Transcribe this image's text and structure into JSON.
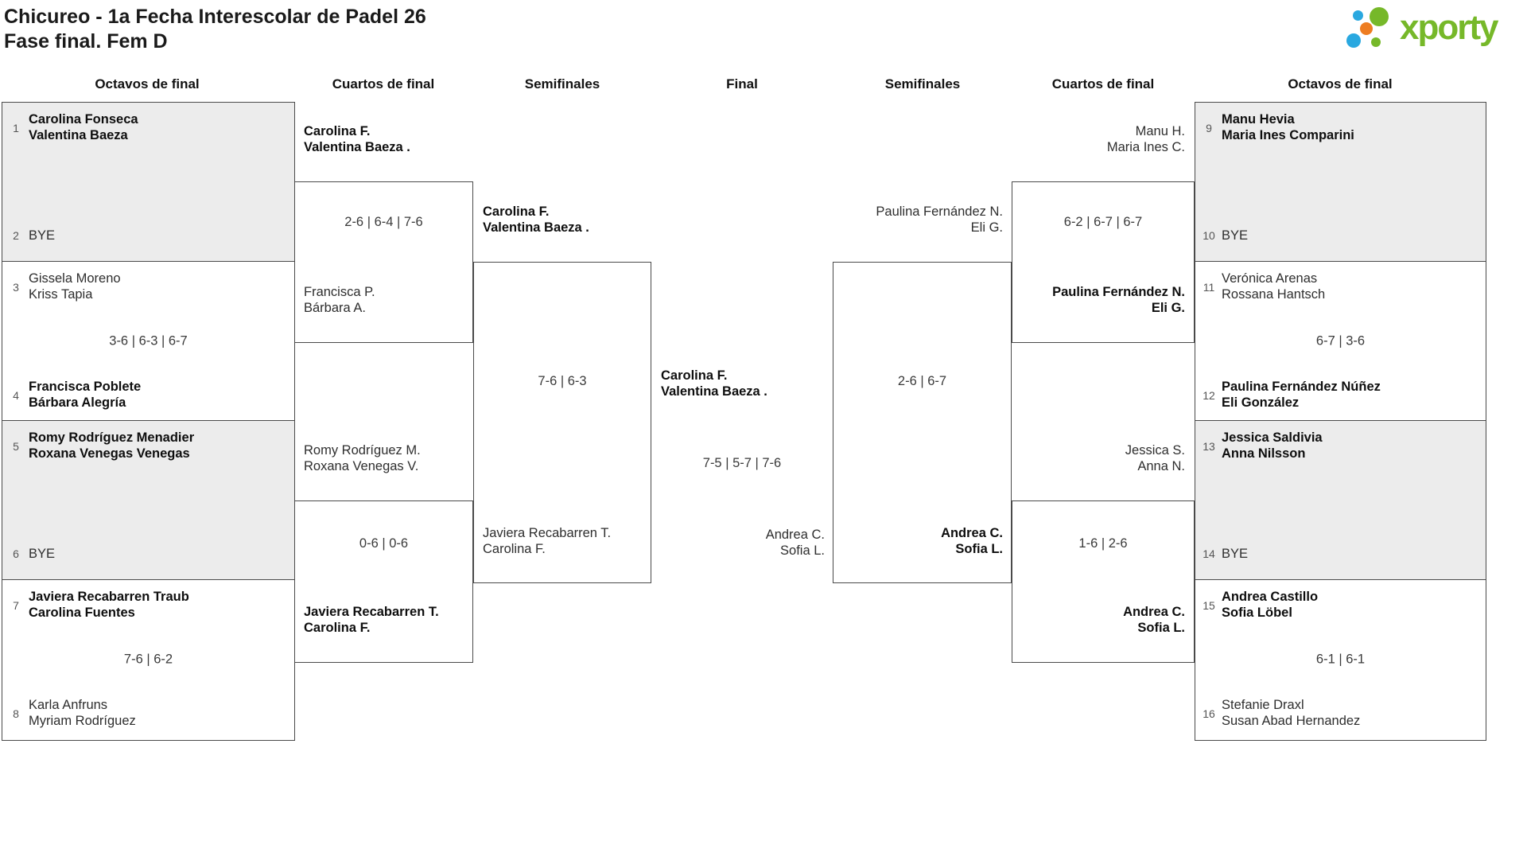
{
  "title": {
    "line1": "Chicureo - 1a Fecha Interescolar de Padel 26",
    "line2": "Fase final. Fem D"
  },
  "logo": {
    "text": "xporty",
    "green": "#76b829",
    "blue": "#29a8e0",
    "orange": "#ee7d21"
  },
  "round_headers": {
    "octavos_left": "Octavos de final",
    "cuartos_left": "Cuartos de final",
    "semis_left": "Semifinales",
    "final": "Final",
    "semis_right": "Semifinales",
    "cuartos_right": "Cuartos de final",
    "octavos_right": "Octavos de final"
  },
  "octavos_left": [
    {
      "shaded": true,
      "top": {
        "seed": "1",
        "line1": "Carolina Fonseca",
        "line2": "Valentina Baeza",
        "winner": true
      },
      "bottom": {
        "seed": "2",
        "line1": "BYE",
        "winner": false,
        "bye": true
      },
      "score": ""
    },
    {
      "shaded": false,
      "top": {
        "seed": "3",
        "line1": "Gissela Moreno",
        "line2": "Kriss Tapia",
        "winner": false
      },
      "bottom": {
        "seed": "4",
        "line1": "Francisca Poblete",
        "line2": "Bárbara Alegría",
        "winner": true
      },
      "score": "3-6 | 6-3 | 6-7"
    },
    {
      "shaded": true,
      "top": {
        "seed": "5",
        "line1": "Romy Rodríguez Menadier",
        "line2": "Roxana Venegas Venegas",
        "winner": true
      },
      "bottom": {
        "seed": "6",
        "line1": "BYE",
        "winner": false,
        "bye": true
      },
      "score": ""
    },
    {
      "shaded": false,
      "top": {
        "seed": "7",
        "line1": "Javiera Recabarren Traub",
        "line2": "Carolina Fuentes",
        "winner": true
      },
      "bottom": {
        "seed": "8",
        "line1": "Karla Anfruns",
        "line2": "Myriam Rodríguez",
        "winner": false
      },
      "score": "7-6 | 6-2"
    }
  ],
  "cuartos_left": [
    {
      "top": {
        "line1": "Carolina F.",
        "line2": "Valentina Baeza .",
        "winner": true
      },
      "bottom": {
        "line1": "Francisca P.",
        "line2": "Bárbara A.",
        "winner": false
      },
      "score": "2-6 | 6-4 | 7-6"
    },
    {
      "top": {
        "line1": "Romy Rodríguez M.",
        "line2": "Roxana Venegas V.",
        "winner": false
      },
      "bottom": {
        "line1": "Javiera Recabarren T.",
        "line2": "Carolina F.",
        "winner": true
      },
      "score": "0-6 | 0-6"
    }
  ],
  "semifinal_left": {
    "top": {
      "line1": "Carolina F.",
      "line2": "Valentina Baeza .",
      "winner": true
    },
    "bottom": {
      "line1": "Javiera Recabarren T.",
      "line2": "Carolina F.",
      "winner": false
    },
    "score": "7-6 | 6-3"
  },
  "final": {
    "top": {
      "line1": "Carolina F.",
      "line2": "Valentina Baeza .",
      "winner": true
    },
    "bottom": {
      "line1": "Andrea C.",
      "line2": "Sofia L.",
      "winner": false
    },
    "score": "7-5 | 5-7 | 7-6"
  },
  "semifinal_right": {
    "top": {
      "line1": "Paulina Fernández N.",
      "line2": "Eli G.",
      "winner": false
    },
    "bottom": {
      "line1": "Andrea C.",
      "line2": "Sofia L.",
      "winner": true
    },
    "score": "2-6 | 6-7"
  },
  "cuartos_right": [
    {
      "top": {
        "line1": "Manu H.",
        "line2": "Maria Ines C.",
        "winner": false
      },
      "bottom": {
        "line1": "Paulina Fernández N.",
        "line2": "Eli G.",
        "winner": true
      },
      "score": "6-2 | 6-7 | 6-7"
    },
    {
      "top": {
        "line1": "Jessica S.",
        "line2": "Anna N.",
        "winner": false
      },
      "bottom": {
        "line1": "Andrea C.",
        "line2": "Sofia L.",
        "winner": true
      },
      "score": "1-6 | 2-6"
    }
  ],
  "octavos_right": [
    {
      "shaded": true,
      "top": {
        "seed": "9",
        "line1": "Manu Hevia",
        "line2": "Maria Ines Comparini",
        "winner": true
      },
      "bottom": {
        "seed": "10",
        "line1": "BYE",
        "winner": false,
        "bye": true
      },
      "score": ""
    },
    {
      "shaded": false,
      "top": {
        "seed": "11",
        "line1": "Verónica Arenas",
        "line2": "Rossana Hantsch",
        "winner": false
      },
      "bottom": {
        "seed": "12",
        "line1": "Paulina Fernández Núñez",
        "line2": "Eli González",
        "winner": true
      },
      "score": "6-7 | 3-6"
    },
    {
      "shaded": true,
      "top": {
        "seed": "13",
        "line1": "Jessica Saldivia",
        "line2": "Anna Nilsson",
        "winner": true
      },
      "bottom": {
        "seed": "14",
        "line1": "BYE",
        "winner": false,
        "bye": true
      },
      "score": ""
    },
    {
      "shaded": false,
      "top": {
        "seed": "15",
        "line1": "Andrea Castillo",
        "line2": "Sofia Löbel",
        "winner": true
      },
      "bottom": {
        "seed": "16",
        "line1": "Stefanie Draxl",
        "line2": "Susan Abad Hernandez",
        "winner": false
      },
      "score": "6-1 | 6-1"
    }
  ]
}
